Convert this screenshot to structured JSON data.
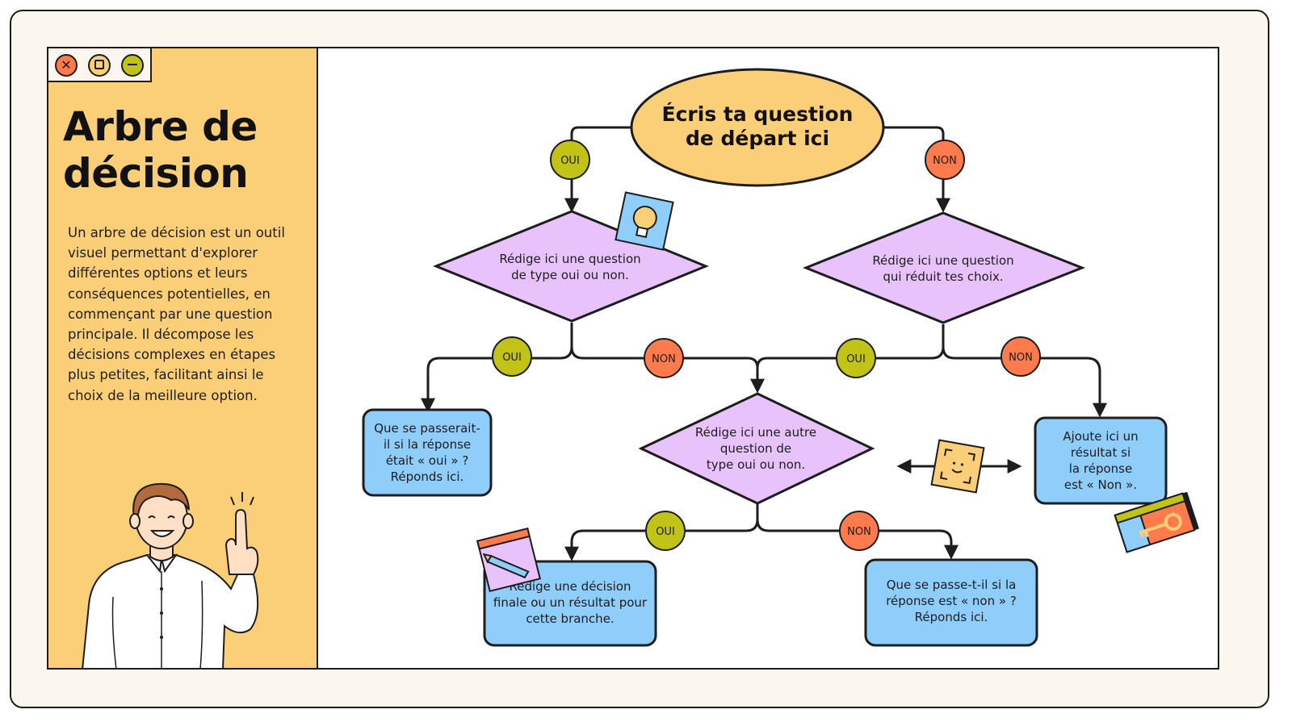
{
  "window": {
    "close_icon": "close-icon",
    "maximize_icon": "maximize-icon",
    "minimize_icon": "minimize-icon",
    "colors": {
      "close": "#ff7a4c",
      "maximize": "#fbcf78",
      "minimize": "#c1c316"
    }
  },
  "sidebar": {
    "title_line1": "Arbre de",
    "title_line2": "décision",
    "description": "Un arbre de décision est un outil visuel permettant d'explorer différentes options et leurs conséquences potentielles, en commençant par une question principale. Il décompose les décisions complexes en étapes plus petites, facilitant ainsi le choix de la meilleure option.",
    "background": "#fbcf78"
  },
  "diagram": {
    "start": {
      "line1": "Écris ta question",
      "line2": "de départ ici"
    },
    "q_left": {
      "line1": "Rédige ici une question",
      "line2": "de type oui ou non."
    },
    "q_right": {
      "line1": "Rédige ici une question",
      "line2": "qui réduit tes choix."
    },
    "q_center": {
      "line1": "Rédige ici une autre",
      "line2": "question de",
      "line3": "type oui ou non."
    },
    "result_left": {
      "line1": "Que se passerait-",
      "line2": "il si la réponse",
      "line3": "était « oui » ?",
      "line4": "Réponds ici."
    },
    "result_right": {
      "line1": "Ajoute ici un",
      "line2": "résultat si",
      "line3": "la réponse",
      "line4": "est « Non »."
    },
    "result_bottom_left": {
      "line1": "Rédige une décision",
      "line2": "finale ou un résultat pour",
      "line3": "cette branche."
    },
    "result_bottom_right": {
      "line1": "Que se passe-t-il si la",
      "line2": "réponse est « non » ?",
      "line3": "Réponds ici."
    },
    "labels": {
      "yes": "OUI",
      "no": "NON"
    },
    "colors": {
      "start": "#fbcf78",
      "question": "#e8c3fb",
      "result": "#8fcdfb",
      "yes": "#c1c316",
      "no": "#ff7a4c",
      "line": "#1d1d1d"
    },
    "icons": [
      "lightbulb-icon",
      "face-scan-icon",
      "key-icon",
      "pencil-icon"
    ]
  }
}
